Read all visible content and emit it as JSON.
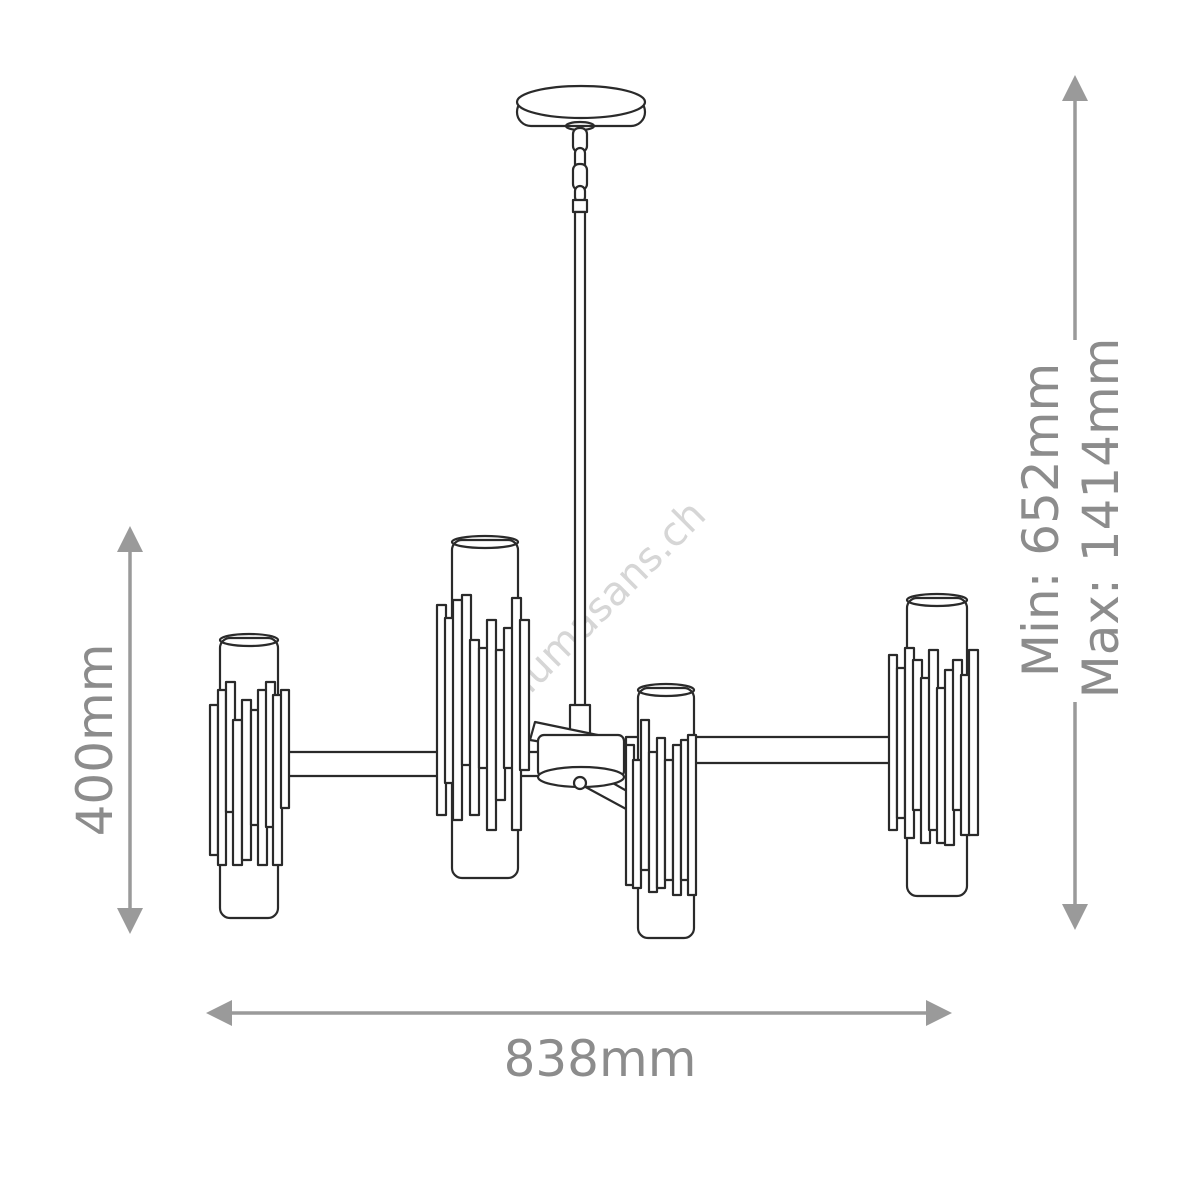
{
  "dimensions": {
    "width": "838mm",
    "height": "400mm",
    "drop_min": "Min: 652mm",
    "drop_max": "Max: 1414mm"
  },
  "watermark": "lumasans.ch",
  "colors": {
    "line": "#2a2a2a",
    "dimension": "#9a9a9a",
    "watermark": "#d6d6d6"
  }
}
